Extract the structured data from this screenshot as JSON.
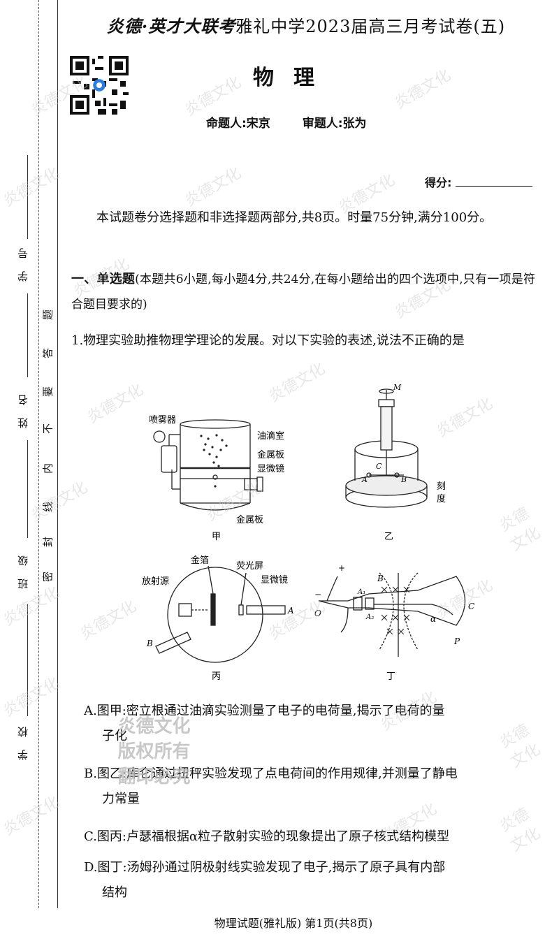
{
  "sidebar": {
    "student_id_label": "学 号",
    "name_label": "姓 名",
    "class_label": "班 级",
    "school_label": "学 校",
    "seal_text": [
      "题",
      "答",
      "要",
      "不",
      "内",
      "线",
      "封",
      "密"
    ]
  },
  "header": {
    "prefix_bold": "炎德·英才大联考",
    "title": "雅礼中学2023届高三月考试卷(五)"
  },
  "subject": "物理",
  "authors": {
    "setter": "命题人:宋京",
    "reviewer": "审题人:张为"
  },
  "score_label": "得分:",
  "intro": "本试题卷分选择题和非选择题两部分,共8页。时量75分钟,满分100分。",
  "section1": {
    "title": "一、单选题",
    "note": "(本题共6小题,每小题4分,共24分,在每小题给出的四个选项中,只有一项是符合题目要求的)"
  },
  "question1": {
    "stem": "1.物理实验助推物理学理论的发展。对以下实验的表述,说法不正确的是",
    "figures": {
      "jia": {
        "caption": "甲",
        "labels": [
          "喷雾器",
          "油滴室",
          "金属板",
          "显微镜",
          "金属板"
        ]
      },
      "yi": {
        "caption": "乙",
        "labels": [
          "M",
          "C",
          "A",
          "B",
          "刻",
          "度"
        ]
      },
      "bing": {
        "caption": "丙",
        "labels": [
          "金箔",
          "荧光屏",
          "放射源",
          "显微镜",
          "A",
          "B"
        ]
      },
      "ding": {
        "caption": "丁",
        "labels": [
          "+",
          "−",
          "O",
          "A₁",
          "A₂",
          "B",
          "C",
          "P",
          "α"
        ]
      }
    },
    "options": [
      {
        "letter": "A.",
        "text": "图甲:密立根通过油滴实验测量了电子的电荷量,揭示了电荷的量",
        "cont": "子化"
      },
      {
        "letter": "B.",
        "text": "图乙:库仑通过扭秤实验发现了点电荷间的作用规律,并测量了静电",
        "cont": "力常量"
      },
      {
        "letter": "C.",
        "text": "图丙:卢瑟福根据α粒子散射实验的现象提出了原子核式结构模型",
        "cont": ""
      },
      {
        "letter": "D.",
        "text": "图丁:汤姆孙通过阴极射线实验发现了电子,揭示了原子具有内部",
        "cont": "结构"
      }
    ]
  },
  "watermark": "炎德文化",
  "stamp": [
    "炎德文化",
    "版权所有",
    "翻印必究"
  ],
  "footer": "物理试题(雅礼版)  第1页(共8页)"
}
